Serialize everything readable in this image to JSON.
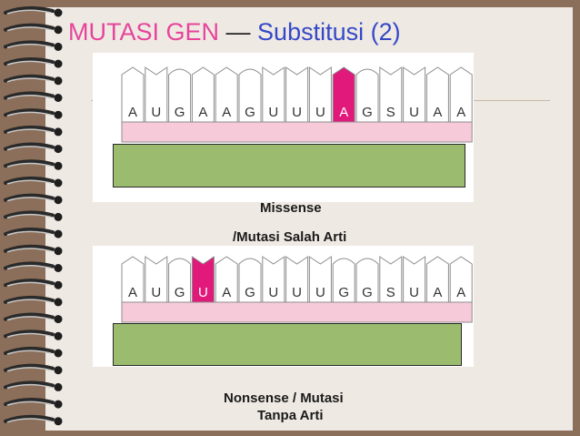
{
  "slide": {
    "title_main": "MUTASI GEN",
    "title_dash": "—",
    "title_sub": "Substitusi (2)"
  },
  "colors": {
    "title_main": "#e6459a",
    "title_sub": "#3549c7",
    "strand": "#f6cad8",
    "highlight": "#e0197a",
    "box": "#9bbb6f"
  },
  "diagram1": {
    "bases": [
      "A",
      "U",
      "G",
      "A",
      "A",
      "G",
      "U",
      "U",
      "U",
      "A",
      "G",
      "S",
      "U",
      "A",
      "A"
    ],
    "highlight_index": 9,
    "caption_line1": "Missense",
    "caption_line2": "/Mutasi Salah Arti"
  },
  "diagram2": {
    "bases": [
      "A",
      "U",
      "G",
      "U",
      "A",
      "G",
      "U",
      "U",
      "U",
      "G",
      "G",
      "S",
      "U",
      "A",
      "A"
    ],
    "highlight_index": 3,
    "caption_line1": "Nonsense / Mutasi",
    "caption_line2": "Tanpa Arti"
  }
}
